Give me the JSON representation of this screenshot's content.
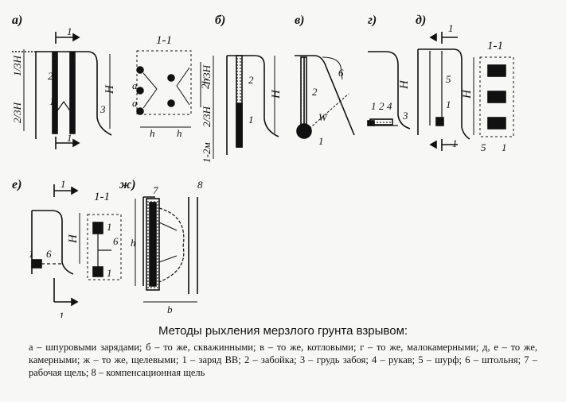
{
  "panels": {
    "a": "а)",
    "b": "б)",
    "v": "в)",
    "g": "г)",
    "d": "д)",
    "e": "е)",
    "zh": "ж)"
  },
  "section_labels": {
    "a": "1-1",
    "d": "1-1",
    "e": "1-1"
  },
  "dims": {
    "one_third_h": "1/3Н",
    "two_third_h": "2/3Н",
    "h_cap": "Н",
    "h": "h",
    "a": "а",
    "two_h": "2h",
    "one_two_m": "1-2м",
    "w": "W",
    "b": "b"
  },
  "markers": [
    "1",
    "2",
    "3",
    "4",
    "5",
    "6",
    "7",
    "8"
  ],
  "caption": {
    "title": "Методы рыхления мерзлого грунта взрывом:",
    "body": "а – шпуровыми зарядами; б – то же, скважинными; в – то же, котловыми; г – то же, малокамерными; д, е – то же, камерными; ж – то же, щелевыми; 1 – заряд ВВ; 2 – забойка; 3 – грудь забоя; 4 – рукав; 5 – шурф; 6 – штольня; 7 – рабочая щель; 8 – компенсационная щель"
  }
}
